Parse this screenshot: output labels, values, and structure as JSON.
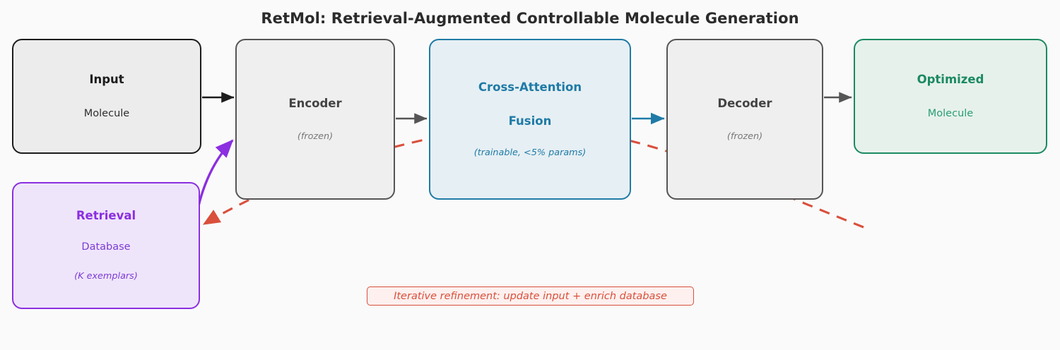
{
  "title": "RetMol: Retrieval-Augmented Controllable Molecule Generation",
  "nodes": {
    "input": {
      "head": "Input",
      "sub": "Molecule"
    },
    "encoder": {
      "head": "Encoder",
      "note": "(frozen)"
    },
    "fusion": {
      "head_line1": "Cross-Attention",
      "head_line2": "Fusion",
      "note": "(trainable, <5% params)"
    },
    "decoder": {
      "head": "Decoder",
      "note": "(frozen)"
    },
    "optimized": {
      "head": "Optimized",
      "sub": "Molecule"
    },
    "retrieval": {
      "head": "Retrieval",
      "sub": "Database",
      "note": "(K exemplars)"
    }
  },
  "caption": "Iterative refinement: update input + enrich database",
  "colors": {
    "background": "#fafafa",
    "title": "#2b2b2b",
    "input_border": "#1c1c1c",
    "input_fill": "#ececec",
    "gray_border": "#555555",
    "gray_fill": "#efefef",
    "gray_text": "#444444",
    "gray_note": "#777777",
    "blue_border": "#1f7ba6",
    "blue_fill": "#e6eff4",
    "green_border": "#1b8a62",
    "green_fill": "#e7f1ec",
    "green_text": "#1b8a62",
    "purple_border": "#8b2fe0",
    "purple_fill": "#efe5fb",
    "red_dashed": "#d9503c"
  },
  "edges": [
    {
      "name": "input-to-encoder",
      "color": "#1c1c1c",
      "style": "solid"
    },
    {
      "name": "encoder-to-fusion",
      "color": "#444444",
      "style": "solid"
    },
    {
      "name": "fusion-to-decoder",
      "color": "#1f7ba6",
      "style": "solid"
    },
    {
      "name": "decoder-to-optimized",
      "color": "#444444",
      "style": "solid"
    },
    {
      "name": "retrieval-to-encoder",
      "color": "#8b2fe0",
      "style": "curved-solid"
    },
    {
      "name": "feedback-to-retrieval",
      "color": "#d9503c",
      "style": "curved-dashed"
    }
  ]
}
